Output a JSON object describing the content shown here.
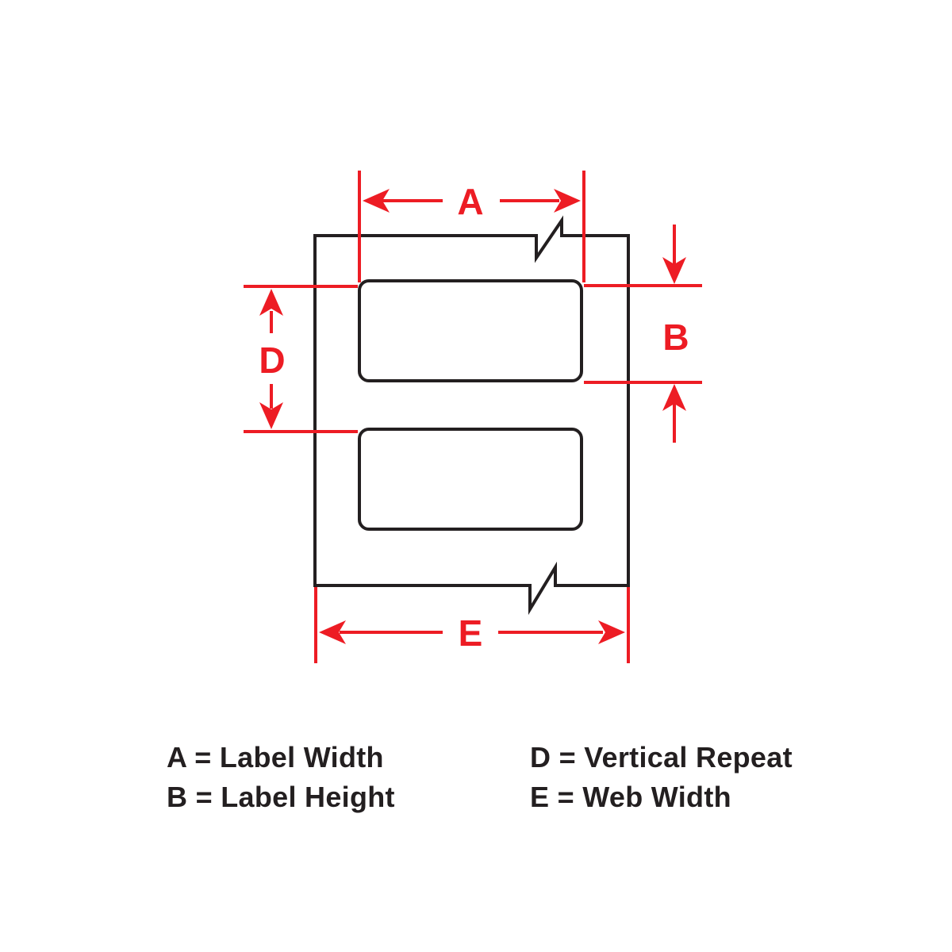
{
  "colors": {
    "outline": "#231f20",
    "dimension": "#ed1c24",
    "background": "#ffffff"
  },
  "dimensions": {
    "a": "A",
    "b": "B",
    "d": "D",
    "e": "E"
  },
  "legend": {
    "left": [
      "A = Label Width",
      "B = Label Height"
    ],
    "right": [
      "D = Vertical Repeat",
      "E = Web Width"
    ]
  }
}
